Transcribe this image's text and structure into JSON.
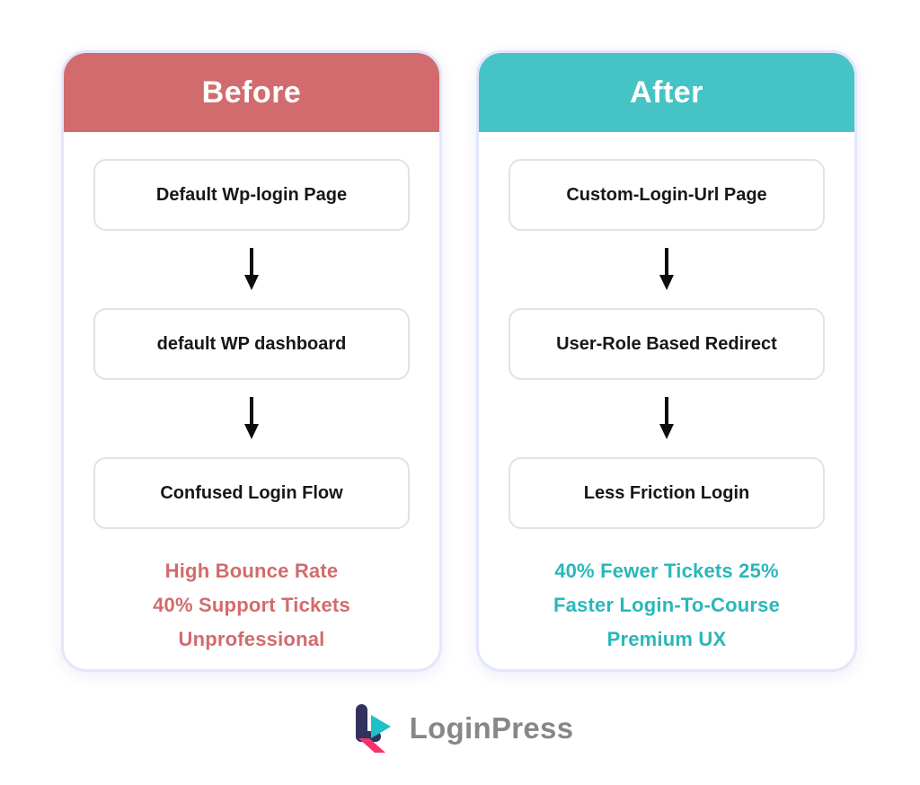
{
  "columns": [
    {
      "id": "before",
      "header": "Before",
      "header_color": "#d26b6d",
      "accent_color": "#d26b6d",
      "steps": [
        "Default Wp-login Page",
        "default WP dashboard",
        "Confused Login Flow"
      ],
      "summary_lines": [
        "High Bounce Rate",
        "40% Support Tickets",
        "Unprofessional"
      ]
    },
    {
      "id": "after",
      "header": "After",
      "header_color": "#45c3c5",
      "accent_color": "#28b8ba",
      "steps": [
        "Custom-Login-Url Page",
        "User-Role Based Redirect",
        "Less Friction Login"
      ],
      "summary_lines": [
        "40% Fewer Tickets 25%",
        "Faster Login-To-Course",
        "Premium UX"
      ]
    }
  ],
  "icons": {
    "down_arrow": "down-arrow-icon",
    "logo": "loginpress-logo-icon"
  },
  "footer": {
    "brand": "LoginPress",
    "brand_color": "#85878a",
    "logo_navy": "#32325e",
    "logo_teal": "#1fc0c6",
    "logo_pink": "#f5326e"
  }
}
